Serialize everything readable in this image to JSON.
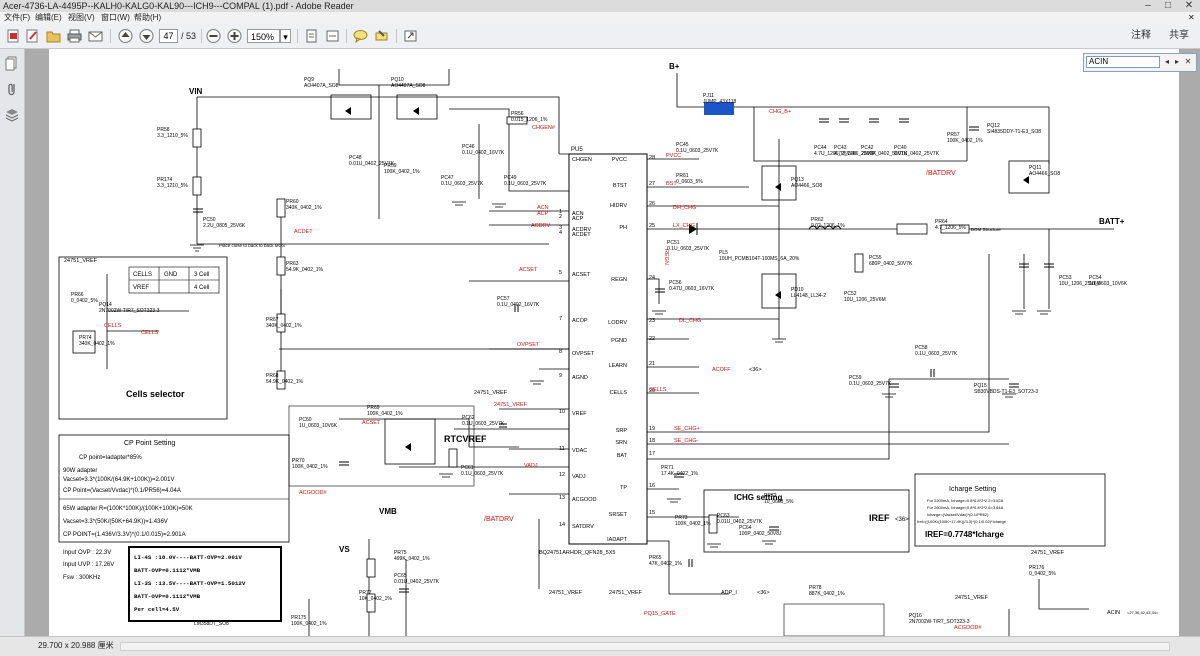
{
  "window": {
    "title": "Acer-4736-LA-4495P--KALH0-KALG0-KAL90---ICH9---COMPAL (1).pdf - Adobe Reader",
    "minimize": "–",
    "maximize": "□",
    "close": "✕"
  },
  "menu": {
    "items": [
      {
        "label": "文件(F)"
      },
      {
        "label": "编辑(E)"
      },
      {
        "label": "视图(V)"
      },
      {
        "label": "窗口(W)"
      },
      {
        "label": "帮助(H)"
      }
    ],
    "close": "✕"
  },
  "toolbar": {
    "page_current": "47",
    "page_total": "/ 53",
    "zoom": "150%",
    "zoom_dropdown_arrow": "▾",
    "comment": "注释",
    "share": "共享"
  },
  "find": {
    "value": "ACIN",
    "prev": "◂",
    "next": "▸",
    "close": "✕"
  },
  "status": {
    "page_size": "29.700 x 20.988 厘米"
  },
  "schematic": {
    "net_labels": {
      "vin": "VIN",
      "bplus": "B+",
      "batt_plus": "BATT+",
      "vmb": "VMB",
      "vs": "VS",
      "rtcvref": "RTCVREF",
      "iref": "IREF",
      "iref_ref": "<36>",
      "cells_selector": "Cells selector",
      "chg_bplus": "CHG_B+",
      "batdrv": "/BATDRV",
      "batdrv2": "/BATDRV",
      "chgen": "CHGEN#",
      "acdet": "ACDET",
      "acset": "ACSET",
      "ovpset": "OVPSET",
      "acin": "ACIN",
      "acoff": "ACOFF",
      "acoff_ref": "<36>",
      "cells": "CELLS",
      "cells2": "CELLS",
      "acgood": "ACGOOD#",
      "acgood2": "ACGOOD#",
      "vadj": "VADJ",
      "acn": "ACN",
      "acp": "ACP",
      "acdrv": "ACDRV",
      "dh_chg": "DH_CHG",
      "lx_chg": "LX_CHG",
      "dl_chg": "DL_CHG",
      "se_chg_p": "SE_CHG+",
      "se_chg_n": "SE_CHG-",
      "bst": "BST",
      "pvcc": "PVCC",
      "regn": "REGN",
      "vref_2475": "24751_VREF",
      "vref_left": "24751_VREF",
      "vref_mid": "24751_VREF",
      "vref_b1": "24751_VREF",
      "vref_b2": "24751_VREF",
      "vref_b3": "24751_VREF",
      "vref_b4": "24751_VREF",
      "adp_i": "ADP_I",
      "adp_i_ref": "<36>",
      "pq15_gate": "PQ15_GATE",
      "acin_ref": "<27,36,42,43,44>",
      "place_note": "Place close to back to back MOS",
      "bom_note": "BOM Structure"
    },
    "u1": {
      "ref": "PU5",
      "part": "BQ24751ARHDR_QFN28_5X5",
      "left_pins": [
        {
          "num": "",
          "name": "CHGEN"
        },
        {
          "num": "1",
          "name": "ACN"
        },
        {
          "num": "2",
          "name": "ACP"
        },
        {
          "num": "3",
          "name": "ACDRV"
        },
        {
          "num": "4",
          "name": "ACDET"
        },
        {
          "num": "5",
          "name": "ACSET"
        },
        {
          "num": "7",
          "name": "ACOP"
        },
        {
          "num": "8",
          "name": "OVPSET"
        },
        {
          "num": "9",
          "name": "AGND"
        },
        {
          "num": "10",
          "name": "VREF"
        },
        {
          "num": "11",
          "name": "VDAC"
        },
        {
          "num": "12",
          "name": "VADJ"
        },
        {
          "num": "13",
          "name": "ACGOOD"
        },
        {
          "num": "14",
          "name": "SATDRV"
        }
      ],
      "right_pins": [
        {
          "num": "28",
          "name": "PVCC"
        },
        {
          "num": "27",
          "name": "BTST"
        },
        {
          "num": "26",
          "name": "HIDRV"
        },
        {
          "num": "25",
          "name": "PH"
        },
        {
          "num": "24",
          "name": "REGN"
        },
        {
          "num": "23",
          "name": "LODRV"
        },
        {
          "num": "22",
          "name": "PGND"
        },
        {
          "num": "21",
          "name": "LEARN"
        },
        {
          "num": "20",
          "name": "CELLS"
        },
        {
          "num": "19",
          "name": "SRP"
        },
        {
          "num": "18",
          "name": "SRN"
        },
        {
          "num": "17",
          "name": "BAT"
        },
        {
          "num": "16",
          "name": "TP"
        },
        {
          "num": "15",
          "name": "SRSET"
        },
        {
          "num": "",
          "name": "IADAPT"
        }
      ]
    },
    "components": [
      {
        "ref": "PQ9",
        "value": "AO4407A_SO8"
      },
      {
        "ref": "PQ10",
        "value": "AO4407A_SO8"
      },
      {
        "ref": "PR56",
        "value": "0.015_1206_1%"
      },
      {
        "ref": "PR58",
        "value": "3.3_1210_5%"
      },
      {
        "ref": "PR174",
        "value": "3.3_1210_5%"
      },
      {
        "ref": "PC50",
        "value": "2.2U_0805_25V6K"
      },
      {
        "ref": "PC48",
        "value": "0.01U_0402_25V7K"
      },
      {
        "ref": "PR59",
        "value": "100K_0402_1%"
      },
      {
        "ref": "PC46",
        "value": "0.1U_0402_16V7K"
      },
      {
        "ref": "PC47",
        "value": "0.1U_0603_25V7K"
      },
      {
        "ref": "PC49",
        "value": "0.1U_0603_25V7K"
      },
      {
        "ref": "PR60",
        "value": "340K_0402_1%"
      },
      {
        "ref": "PR63",
        "value": "54.9K_0402_1%"
      },
      {
        "ref": "PR67",
        "value": "340K_0402_1%"
      },
      {
        "ref": "PR68",
        "value": "54.9K_0402_1%"
      },
      {
        "ref": "PC45",
        "value": "0.1U_0603_25V7K"
      },
      {
        "ref": "PR61",
        "value": "0_0603_5%"
      },
      {
        "ref": "PJ11",
        "value": "JUMP_43X118"
      },
      {
        "ref": "PC44",
        "value": "4.7U_1206_25V6K"
      },
      {
        "ref": "PC43",
        "value": "4.7U_1206_25V6K"
      },
      {
        "ref": "PC42",
        "value": "2200P_0402_50V7K"
      },
      {
        "ref": "PC40",
        "value": "0.01U_0402_25V7K"
      },
      {
        "ref": "PR57",
        "value": "100K_0402_1%"
      },
      {
        "ref": "PQ12",
        "value": "SI4835DDY-T1-E3_SO8"
      },
      {
        "ref": "PQ11",
        "value": "AO4466_SO8"
      },
      {
        "ref": "PQ13",
        "value": "AO4466_SO8"
      },
      {
        "ref": "PD10",
        "value": "LL4148_LL34-2"
      },
      {
        "ref": "PC51",
        "value": "0.1U_0603_25V7K"
      },
      {
        "ref": "PL5",
        "value": "10UH_PCMB104T-100MS_6A_20%"
      },
      {
        "ref": "PR62",
        "value": "0.02_1206_1%"
      },
      {
        "ref": "PR64",
        "value": "4.7_1206_5%"
      },
      {
        "ref": "PC55",
        "value": "680P_0402_50V7K"
      },
      {
        "ref": "PC52",
        "value": "10U_1206_25V6M"
      },
      {
        "ref": "PC53",
        "value": "10U_1206_25V6M"
      },
      {
        "ref": "PC54",
        "value": "1U_0603_10V6K"
      },
      {
        "ref": "PC56",
        "value": "0.47U_0603_16V7K"
      },
      {
        "ref": "PC57",
        "value": "0.1U_0402_16V7K"
      },
      {
        "ref": "PC58",
        "value": "0.1U_0603_25V7K"
      },
      {
        "ref": "PC59",
        "value": "0.1U_0603_25V7K"
      },
      {
        "ref": "PQ15",
        "value": "SB30VBDS-T1-E3_SOT23-3"
      },
      {
        "ref": "PR69",
        "value": "100K_0402_1%"
      },
      {
        "ref": "PC60",
        "value": "1U_0603_10V6K"
      },
      {
        "ref": "PC62",
        "value": "0.1U_0603_25V7K"
      },
      {
        "ref": "PR70",
        "value": "100K_0402_1%"
      },
      {
        "ref": "PC61",
        "value": "0.1U_0603_25V7K"
      },
      {
        "ref": "PR71",
        "value": "17.4K_0402_1%"
      },
      {
        "ref": "PR72",
        "value": "10_0603_5%"
      },
      {
        "ref": "PR73",
        "value": "100K_0402_1%"
      },
      {
        "ref": "PC63",
        "value": "0.01U_0402_25V7K"
      },
      {
        "ref": "PC64",
        "value": "100P_0402_50V8J"
      },
      {
        "ref": "PR65",
        "value": "47K_0402_1%"
      },
      {
        "ref": "PR66",
        "value": "0_0402_5%"
      },
      {
        "ref": "PQ14",
        "value": "2N7002W-T/R7_SOT323-3"
      },
      {
        "ref": "PR74",
        "value": "340K_0402_1%"
      },
      {
        "ref": "PR75",
        "value": "499K_0402_1%"
      },
      {
        "ref": "PC65",
        "value": "0.01U_0402_25V7K"
      },
      {
        "ref": "PR77",
        "value": "10K_0402_1%"
      },
      {
        "ref": "PU18",
        "value": "LM358DT_SO8"
      },
      {
        "ref": "PR175",
        "value": "100K_0402_1%"
      },
      {
        "ref": "PR176",
        "value": "0_0402_5%"
      },
      {
        "ref": "PR78",
        "value": "887K_0402_1%"
      },
      {
        "ref": "PQ16",
        "value": "2N7002W-T/R7_SOT323-3"
      }
    ],
    "cells_table": {
      "rows": [
        {
          "label": "CELLS",
          "a": "GND",
          "b": "3 Cell"
        },
        {
          "label": "VREF",
          "a": "",
          "b": "4 Cell"
        }
      ]
    },
    "cp_box": {
      "title": "CP Point Setting",
      "lines": [
        "CP point=Iadapter*85%",
        "90W adapter",
        "Vacset=3.3*(100K/(64.9K+100K))=2.001V",
        "CP Point=(Vacset/Vvdac)*(0.1/PR56)=4.04A",
        "65W adapter  R=(100K*100K)/(100K+100K)=50K",
        "Vacset=3.3*(50K/(50K+64.9K))=1.436V",
        "CP POINT=(1.436V/3.3V)*(0.1/0.015)=2.901A"
      ]
    },
    "ovp_text": {
      "lines": [
        "Input OVP : 22.3V",
        "Input UVP : 17.26V",
        "Fsw : 300KHz"
      ]
    },
    "batt_box": {
      "lines": [
        "LI-4S :18.0V----BATT-OVP=2.001V",
        "BATT-OVP=0.1112*VMB",
        "LI-3S :13.5V----BATT-OVP=1.5012V",
        "BATT-OVP=0.1112*VMB",
        "Per cell=4.5V"
      ]
    },
    "ichg_box": {
      "title": "ICHG setting"
    },
    "icharge_box": {
      "title": "Icharge Setting",
      "lines": [
        "For 2200mA, Icharge=0.8*0.8*2*2.2=3.52A",
        "For 2600mA, Icharge=0.8*0.8*2*2.6=3.64A",
        "Icharge=(Vacset/Vdac)*(0.1/PR62)",
        "Iref=((100K/(100K+17.4K))/3.3)*(0.1/0.02)*Icharge",
        "IREF=0.7748*Icharge"
      ]
    }
  }
}
